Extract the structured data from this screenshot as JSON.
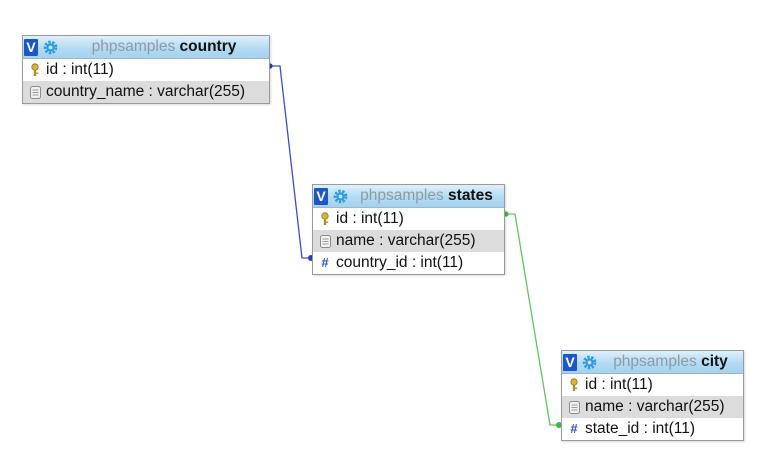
{
  "colors": {
    "relation_country_states": "#3a4fc4",
    "relation_states_city": "#59c95b",
    "toggle": "#1b57c9",
    "header_light": "#dff0fb",
    "header_dark": "#a4d2ef",
    "alt_row": "#dcdcdc"
  },
  "tables": {
    "country": {
      "toggle_label": "V",
      "db": "phpsamples",
      "name": "country",
      "columns": [
        {
          "text": "id : int(11)",
          "icon": "primary-key-icon"
        },
        {
          "text": "country_name : varchar(255)",
          "icon": "text-field-icon"
        }
      ]
    },
    "states": {
      "toggle_label": "V",
      "db": "phpsamples",
      "name": "states",
      "columns": [
        {
          "text": "id : int(11)",
          "icon": "primary-key-icon"
        },
        {
          "text": "name : varchar(255)",
          "icon": "text-field-icon"
        },
        {
          "text": "country_id : int(11)",
          "icon": "numeric-field-icon"
        }
      ]
    },
    "city": {
      "toggle_label": "V",
      "db": "phpsamples",
      "name": "city",
      "columns": [
        {
          "text": "id : int(11)",
          "icon": "primary-key-icon"
        },
        {
          "text": "name : varchar(255)",
          "icon": "text-field-icon"
        },
        {
          "text": "state_id : int(11)",
          "icon": "numeric-field-icon"
        }
      ]
    }
  }
}
